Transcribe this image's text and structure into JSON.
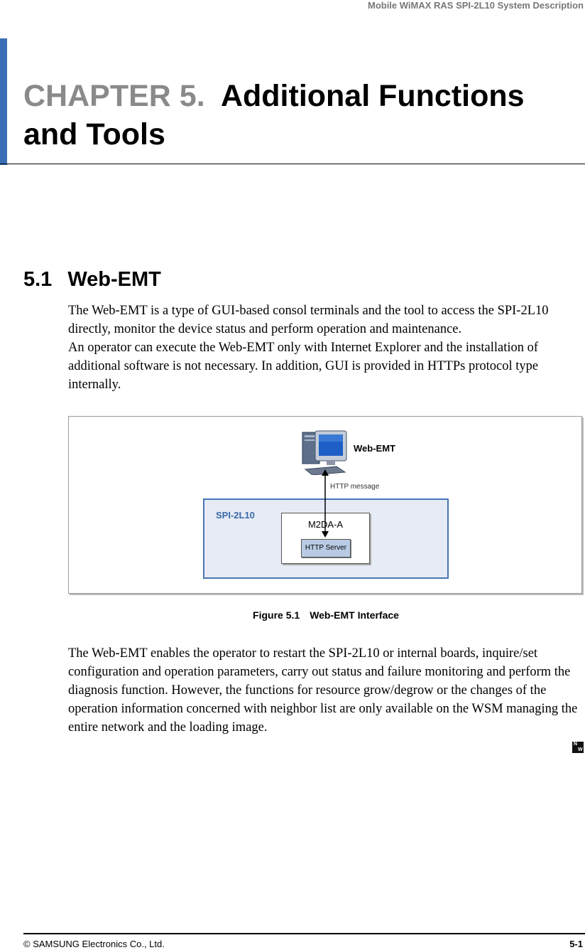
{
  "header": {
    "title": "Mobile WiMAX RAS SPI-2L10 System Description"
  },
  "chapter": {
    "number": "CHAPTER 5.",
    "title": "Additional Functions and Tools"
  },
  "section": {
    "number": "5.1",
    "title": "Web-EMT"
  },
  "intro": {
    "p1": "The Web-EMT is a type of GUI-based consol terminals and the tool to access the SPI-2L10 directly, monitor the device status and perform operation and maintenance.",
    "p2": "An operator can execute the Web-EMT only with Internet Explorer and the installation of additional software is not necessary. In addition, GUI is provided in HTTPs protocol type internally."
  },
  "figure": {
    "web_emt_label": "Web-EMT",
    "http_message_label": "HTTP message",
    "spi_label": "SPI-2L10",
    "m2da_label": "M2DA-A",
    "http_server_label": "HTTP Server",
    "caption_number": "Figure 5.1",
    "caption_title": "Web-EMT Interface",
    "colors": {
      "spi_fill": "#e6ebf5",
      "spi_border": "#4a74b5",
      "server_fill": "#b9cbe4"
    }
  },
  "body": {
    "p3": "The Web-EMT enables the operator to restart the SPI-2L10 or internal boards, inquire/set configuration and operation parameters, carry out status and failure monitoring and perform the diagnosis function. However, the functions for resource grow/degrow or the changes of the operation information concerned with neighbor list are only available on the WSM managing the entire network and the loading image."
  },
  "new_mark": {
    "icon": "new-item-icon",
    "top": "N",
    "bottom": "W"
  },
  "footer": {
    "copyright": "© SAMSUNG Electronics Co., Ltd.",
    "page": "5-1"
  }
}
